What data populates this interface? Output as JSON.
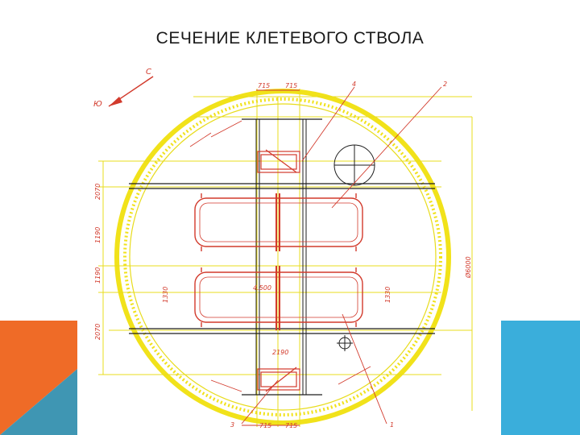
{
  "slide": {
    "title": "СЕЧЕНИЕ КЛЕТЕВОГО СТВОЛА"
  },
  "drawing": {
    "compass": {
      "north_label": "С",
      "south_label": "Ю"
    },
    "top_dims": [
      "715",
      "715"
    ],
    "bottom_dims": [
      "715",
      "715"
    ],
    "callouts": {
      "c4": "4",
      "c2": "2",
      "c3": "3",
      "c1": "1"
    },
    "left_dims": [
      "2070",
      "1190",
      "1190",
      "2070"
    ],
    "cage_width": "4.500",
    "cage_heights": [
      "1330",
      "1330"
    ],
    "bottom_width": "2190",
    "diameter": "Ø6000",
    "colors": {
      "ring": "#f1e21a",
      "construction": "#e8dc1c",
      "cage": "#d23a2c",
      "steel": "#1d1d1d",
      "accent_left": "#ef6b27",
      "accent_left_dark": "#3f96b3",
      "accent_right": "#3aaedb"
    }
  }
}
